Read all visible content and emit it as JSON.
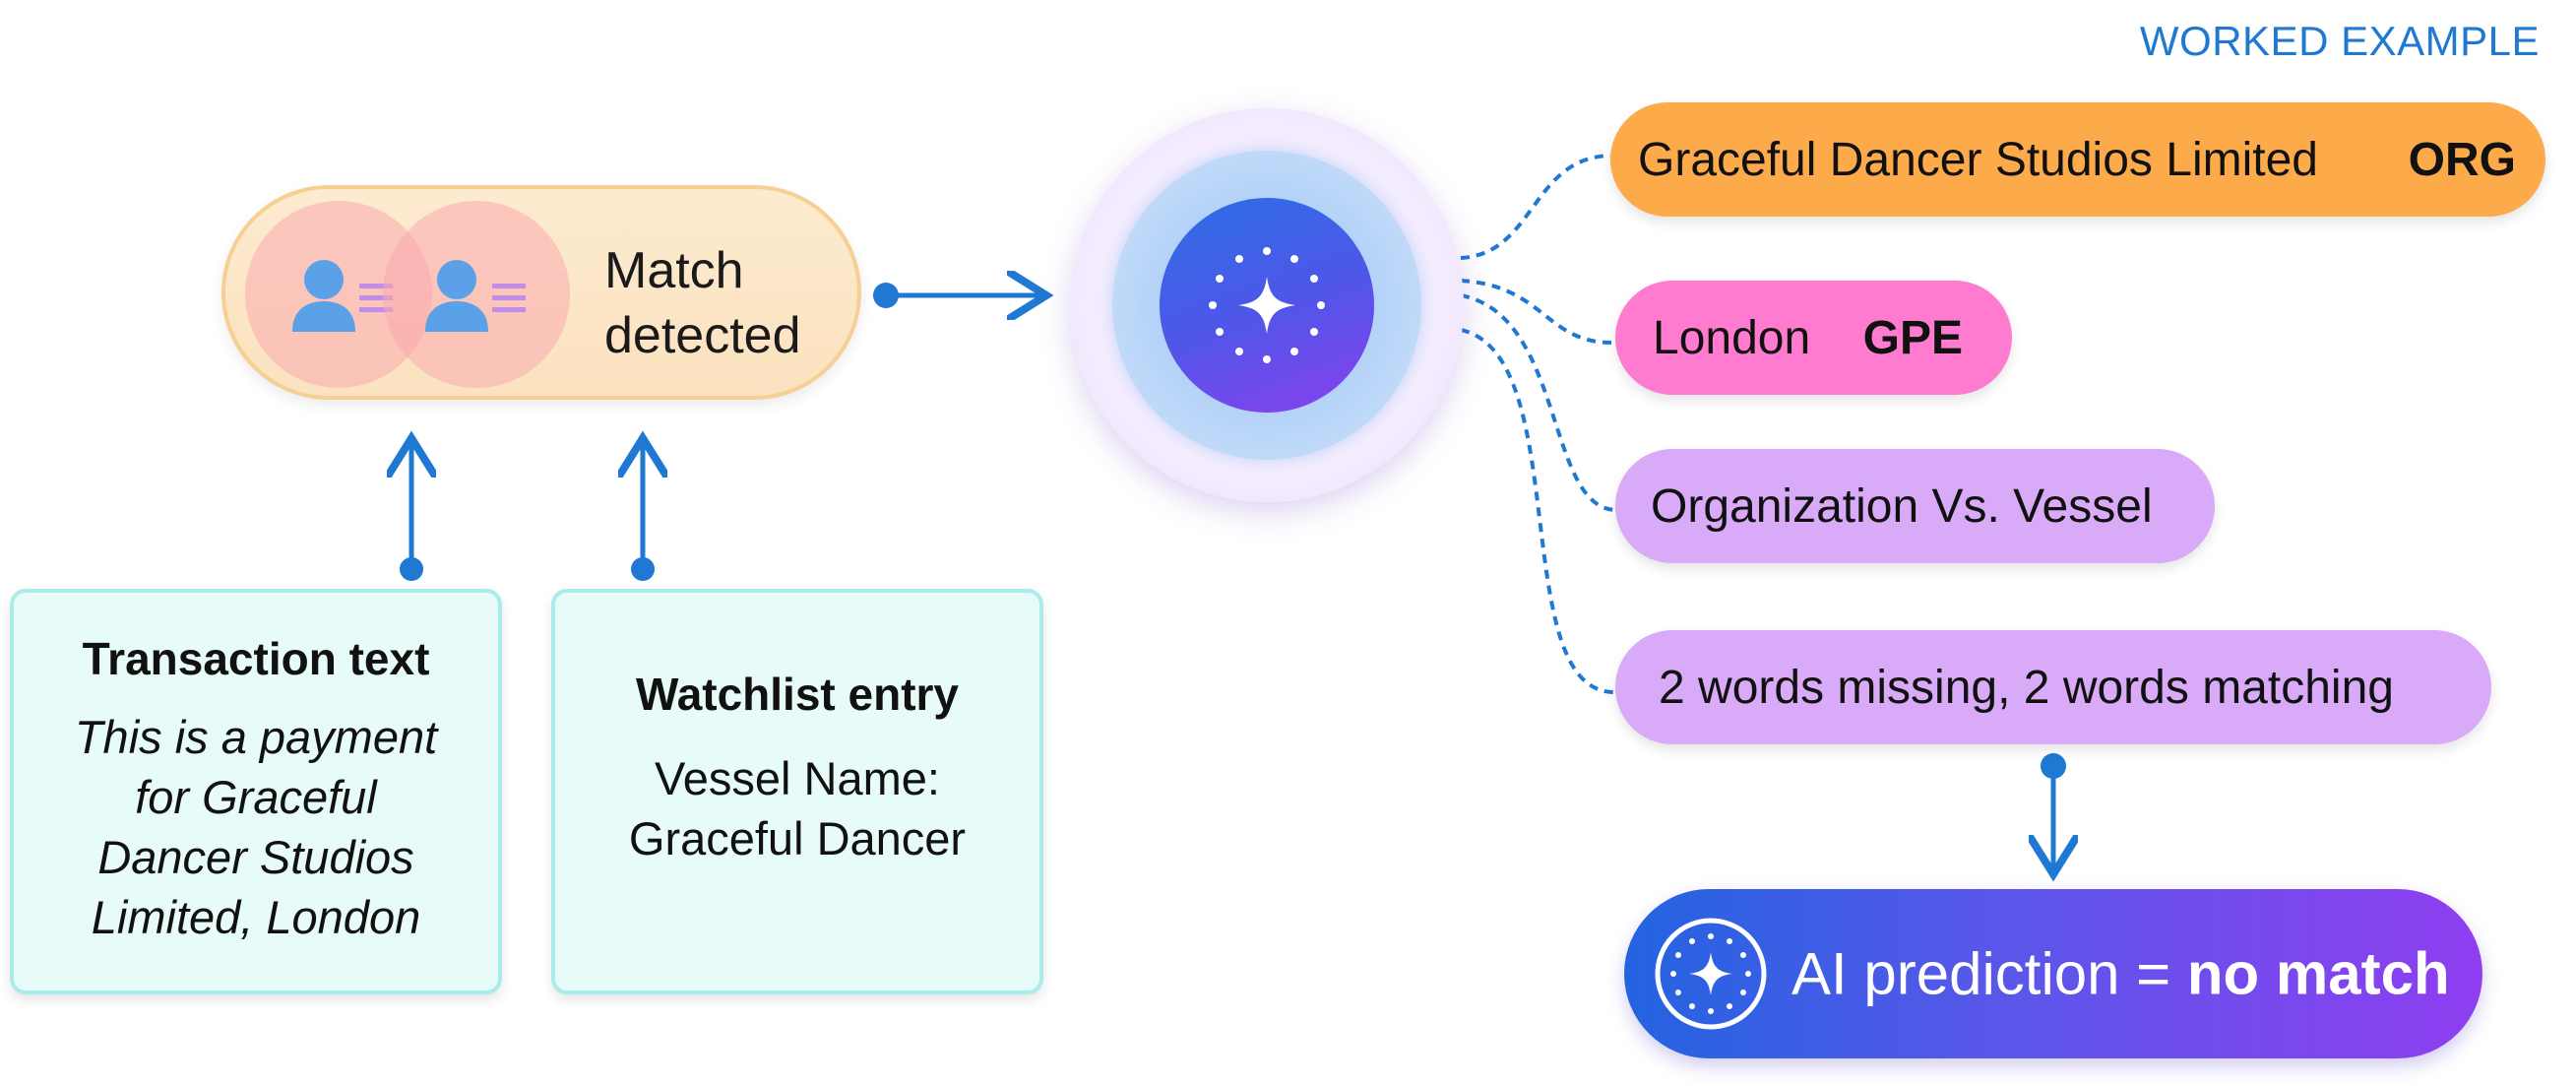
{
  "header": {
    "label": "WORKED EXAMPLE"
  },
  "match": {
    "line1": "Match",
    "line2": "detected"
  },
  "transaction": {
    "title": "Transaction text",
    "line1": "This is a payment",
    "line2": "for Graceful",
    "line3": "Dancer Studios",
    "line4": "Limited, London"
  },
  "watchlist": {
    "title": "Watchlist entry",
    "line1": "Vessel Name:",
    "line2": "Graceful Dancer"
  },
  "entities": {
    "org": {
      "text": "Graceful Dancer Studios Limited",
      "tag": "ORG"
    },
    "gpe": {
      "text": "London",
      "tag": "GPE"
    },
    "type": {
      "text": "Organization Vs. Vessel"
    },
    "words": {
      "text": "2 words missing, 2 words matching"
    }
  },
  "prediction": {
    "prefix": "AI prediction = ",
    "value": "no match"
  },
  "colors": {
    "accent": "#1f78d1",
    "org": "#fcaa4a",
    "gpe": "#ff7bd0",
    "feature": "#d8aaf7",
    "card": "#e7fbf8"
  }
}
